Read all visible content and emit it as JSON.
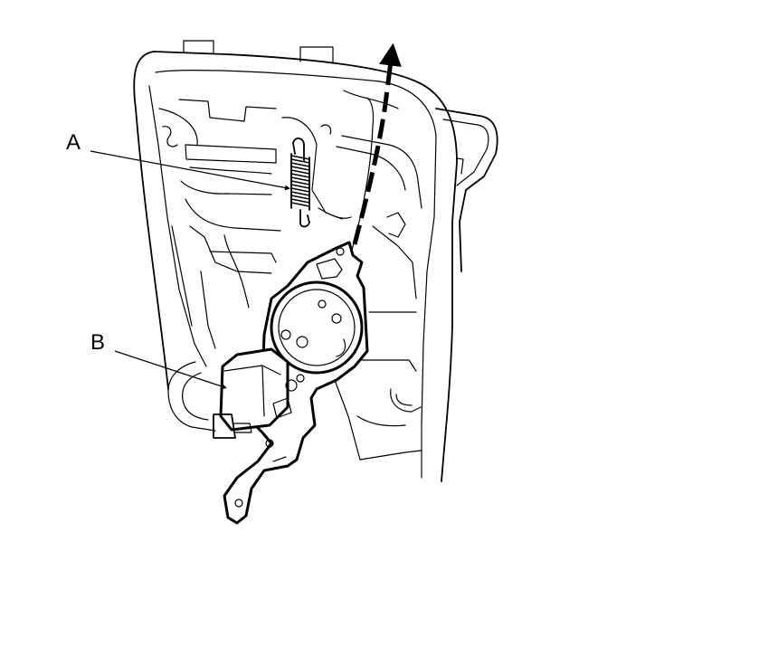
{
  "callouts": [
    {
      "id": "A",
      "label": "A"
    },
    {
      "id": "B",
      "label": "B"
    }
  ],
  "colors": {
    "line": "#000000",
    "background": "#ffffff"
  },
  "icons": {
    "removal_direction": "arrow-up-icon"
  }
}
